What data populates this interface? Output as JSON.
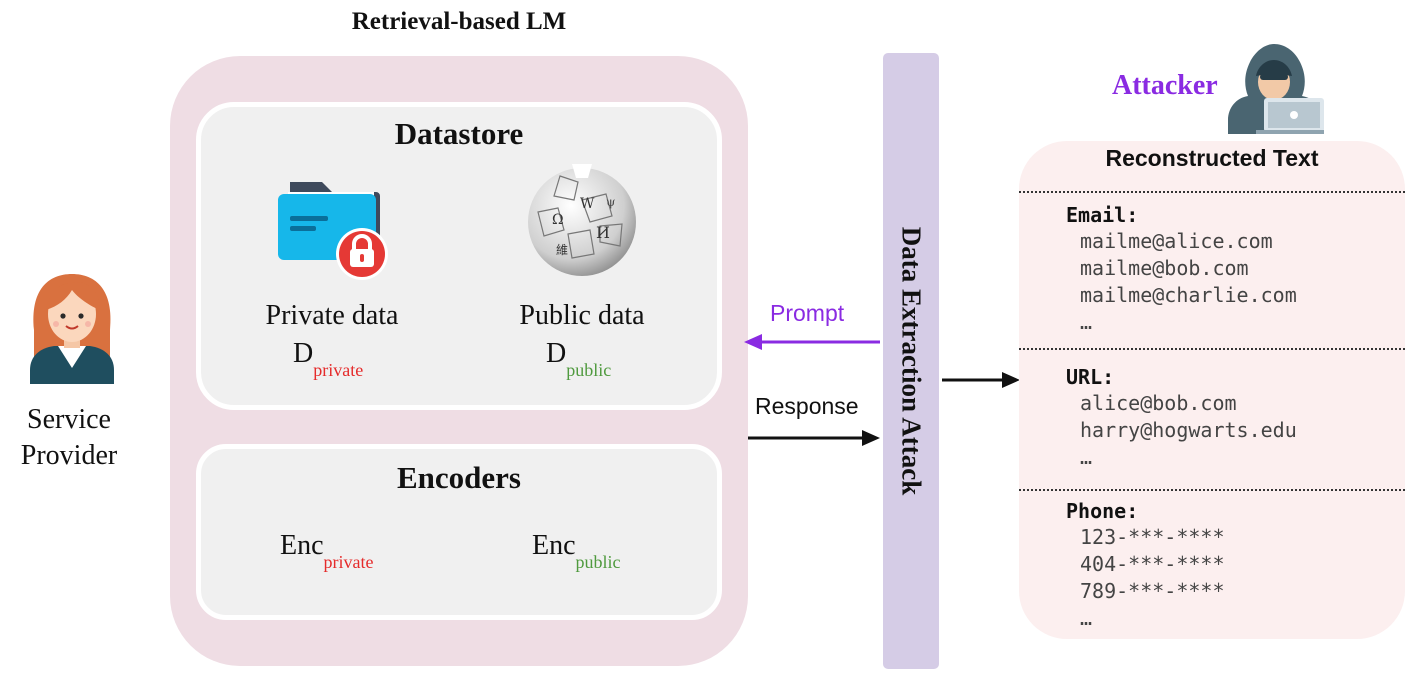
{
  "title": "Retrieval-based LM",
  "datastore": {
    "title": "Datastore",
    "private": {
      "label": "Private data",
      "symbol": "D",
      "subscript": "private",
      "icon": "locked-folder-icon"
    },
    "public": {
      "label": "Public data",
      "symbol": "D",
      "subscript": "public",
      "icon": "wikipedia-globe-icon"
    }
  },
  "encoders": {
    "title": "Encoders",
    "private": {
      "symbol": "Enc",
      "subscript": "private"
    },
    "public": {
      "symbol": "Enc",
      "subscript": "public"
    }
  },
  "service_provider": {
    "line1": "Service",
    "line2": "Provider",
    "icon": "woman-avatar-icon"
  },
  "attack": {
    "label": "Data Extraction Attack"
  },
  "arrows": {
    "prompt": "Prompt",
    "response": "Response"
  },
  "attacker": {
    "label": "Attacker",
    "icon": "hooded-hacker-icon"
  },
  "reconstructed": {
    "title": "Reconstructed Text",
    "sections": [
      {
        "header": "Email:",
        "items": [
          "mailme@alice.com",
          "mailme@bob.com",
          "mailme@charlie.com",
          "…"
        ]
      },
      {
        "header": "URL:",
        "items": [
          "alice@bob.com",
          "harry@hogwarts.edu",
          "…"
        ]
      },
      {
        "header": "Phone:",
        "items": [
          "123-***-****",
          "404-***-****",
          "789-***-****",
          "…"
        ]
      }
    ]
  },
  "colors": {
    "accent_purple": "#8a2be2",
    "private_red": "#e52b2b",
    "public_green": "#4f9a3e",
    "rlm_bg": "#efdde4",
    "attack_bar": "#d5cce6",
    "recon_bg": "#fcefef"
  }
}
